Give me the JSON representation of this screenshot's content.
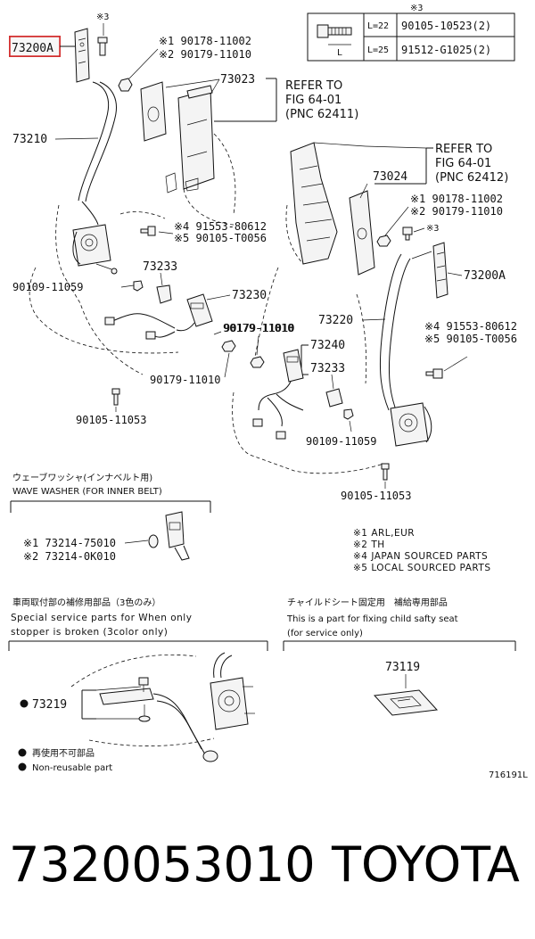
{
  "table": {
    "header": "※3",
    "rows": [
      {
        "length": "L=22",
        "part": "90105-10523(2)"
      },
      {
        "length": "L=25",
        "part": "91512-G1025(2)"
      }
    ]
  },
  "labels": {
    "p73200a_top": "73200A",
    "mark3_top": "※3",
    "p90178_11002": "※1 90178-11002",
    "p90179_11010_a": "※2 90179-11010",
    "p73023": "73023",
    "refer1_l1": "REFER TO",
    "refer1_l2": "FIG 64-01",
    "refer1_l3": "(PNC 62411)",
    "p73210": "73210",
    "p91553_a": "※4 91553-80612",
    "p90105_t0056_a": "※5 90105-T0056",
    "p73233_a": "73233",
    "p90109_a": "90109-11059",
    "p73230": "73230",
    "p90179_b": "90179-11010",
    "p90105_11053_a": "90105-11053",
    "refer2_l1": "REFER TO",
    "refer2_l2": "FIG 64-01",
    "refer2_l3": "(PNC 62412)",
    "p73024": "73024",
    "p90178_b": "※1 90178-11002",
    "p90179_c": "※2 90179-11010",
    "mark3_right": "※3",
    "p73200a_right": "73200A",
    "p73220": "73220",
    "p90179_d": "90179-11010",
    "p73240": "73240",
    "p91553_b": "※4 91553-80612",
    "p90105_t0056_b": "※5 90105-T0056",
    "p73233_b": "73233",
    "p90109_b": "90109-11059",
    "p90105_11053_b": "90105-11053"
  },
  "wave_washer": {
    "jp": "ウェーブワッシャ(インナベルト用)",
    "en": "WAVE WASHER (FOR INNER BELT)",
    "p1": "※1 73214-75010",
    "p2": "※2 73214-0K010"
  },
  "legend": {
    "l1": "※1 ARL,EUR",
    "l2": "※2 TH",
    "l3": "※4 JAPAN SOURCED PARTS",
    "l4": "※5 LOCAL SOURCED PARTS"
  },
  "service": {
    "jp": "車両取付部の補修用部品（3色のみ）",
    "en1": "Special  service  parts  for  When  only",
    "en2": "stopper  is  broken  (3color  only)",
    "part": "73219"
  },
  "child_seat": {
    "jp": "チャイルドシート固定用　補給専用部品",
    "en1": "This is a part for fixing child safty seat",
    "en2": "(for service only)",
    "part": "73119"
  },
  "nonreusable": {
    "jp": "再使用不可部品",
    "en": "Non-reusable part"
  },
  "figure_id": "716191L",
  "footer": {
    "part_number": "7320053010",
    "brand": "TOYOTA"
  },
  "colors": {
    "highlight": "#d32f2f"
  }
}
